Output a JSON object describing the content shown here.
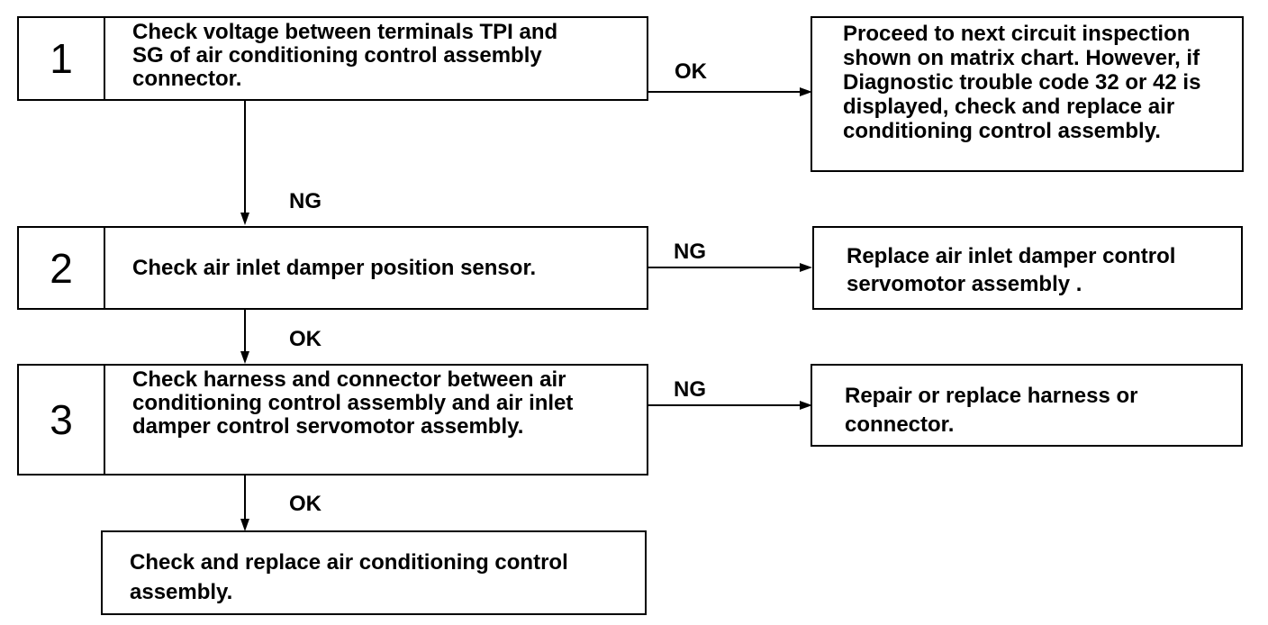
{
  "steps": [
    {
      "number": "1",
      "text": "Check voltage between terminals TPI and\nSG of air conditioning control assembly\nconnector."
    },
    {
      "number": "2",
      "text": "Check air inlet damper position sensor."
    },
    {
      "number": "3",
      "text": "Check harness and connector between air\nconditioning control assembly and air inlet\ndamper control servomotor assembly."
    }
  ],
  "results": {
    "step1_ok": "Proceed to next circuit inspection\nshown on matrix chart. However, if\nDiagnostic trouble code 32 or 42 is\ndisplayed, check and replace air\nconditioning control assembly.",
    "step2_ng": "Replace air inlet damper control\nservomotor assembly .",
    "step3_ng": "Repair or replace harness or\nconnector.",
    "step3_ok": "Check and replace air conditioning control\nassembly."
  },
  "labels": {
    "step1_right": "OK",
    "step1_down": "NG",
    "step2_right": "NG",
    "step2_down": "OK",
    "step3_right": "NG",
    "step3_down": "OK"
  }
}
